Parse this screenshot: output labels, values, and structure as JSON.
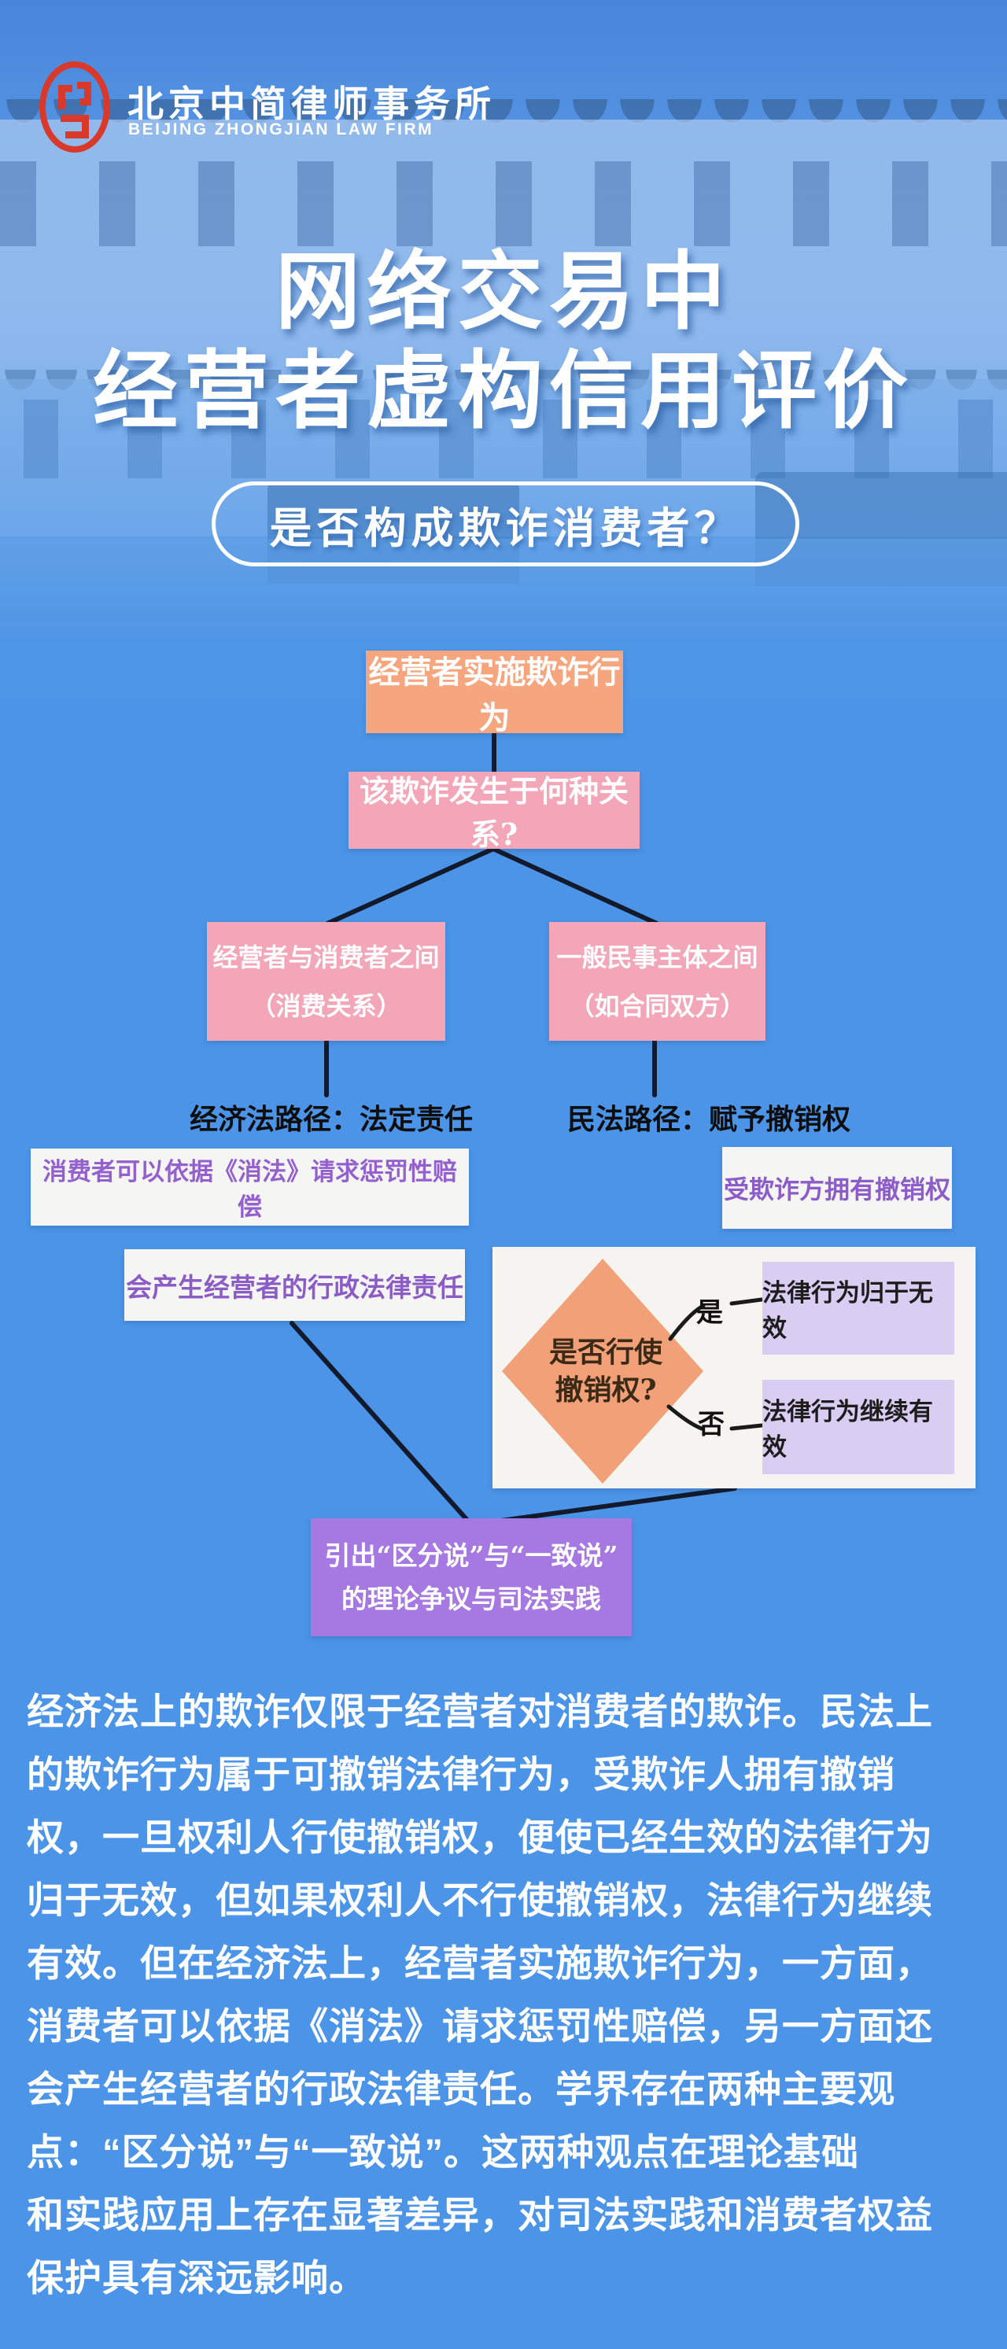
{
  "brand": {
    "name_cn": "北京中简律师事务所",
    "name_en": "BEIJING ZHONGJIAN LAW FIRM",
    "logo_icon": "zhongjian-seal-icon",
    "logo_color": "#D8392B"
  },
  "hero": {
    "title_line1": "网络交易中",
    "title_line2": "经营者虚构信用评价",
    "subtitle": "是否构成欺诈消费者？"
  },
  "flowchart": {
    "root": "经营者实施欺诈行为",
    "question": "该欺诈发生于何种关系?",
    "branch_left": {
      "line1": "经营者与消费者之间",
      "line2": "（消费关系）",
      "path_label": "经济法路径：法定责任",
      "result1": "消费者可以依据《消法》请求惩罚性赔偿",
      "result2": "会产生经营者的行政法律责任"
    },
    "branch_right": {
      "line1": "一般民事主体之间",
      "line2": "（如合同双方）",
      "path_label": "民法路径：赋予撤销权",
      "result1": "受欺诈方拥有撤销权",
      "decision": {
        "question_line1": "是否行使",
        "question_line2": "撤销权?",
        "yes_label": "是",
        "no_label": "否",
        "yes_outcome": "法律行为归于无效",
        "no_outcome": "法律行为继续有效"
      }
    },
    "conclusion_line1": "引出“区分说”与“一致说”",
    "conclusion_line2": "的理论争议与司法实践"
  },
  "body_text": "经济法上的欺诈仅限于经营者对消费者的欺诈。民法上\n的欺诈行为属于可撤销法律行为，受欺诈人拥有撤销\n权，一旦权利人行使撤销权，便使已经生效的法律行为\n归于无效，但如果权利人不行使撤销权，法律行为继续\n有效。但在经济法上，经营者实施欺诈行为，一方面，\n消费者可以依据《消法》请求惩罚性赔偿，另一方面还\n会产生经营者的行政法律责任。学界存在两种主要观\n点：“区分说”与“一致说”。这两种观点在理论基础\n和实践应用上存在显著差异，对司法实践和消费者权益\n保护具有深远影响。",
  "colors": {
    "background_blue": "#4B94E7",
    "root_orange": "#F6A67E",
    "question_pink": "#F3A6B8",
    "diamond_orange": "#F1A077",
    "lavender": "#D9CDF2",
    "conclusion_purple": "#A678E2",
    "card_white": "#F5F5F3",
    "purple_text": "#8C5CC8",
    "connector_dark": "#121A2C",
    "logo_red": "#D8392B"
  }
}
